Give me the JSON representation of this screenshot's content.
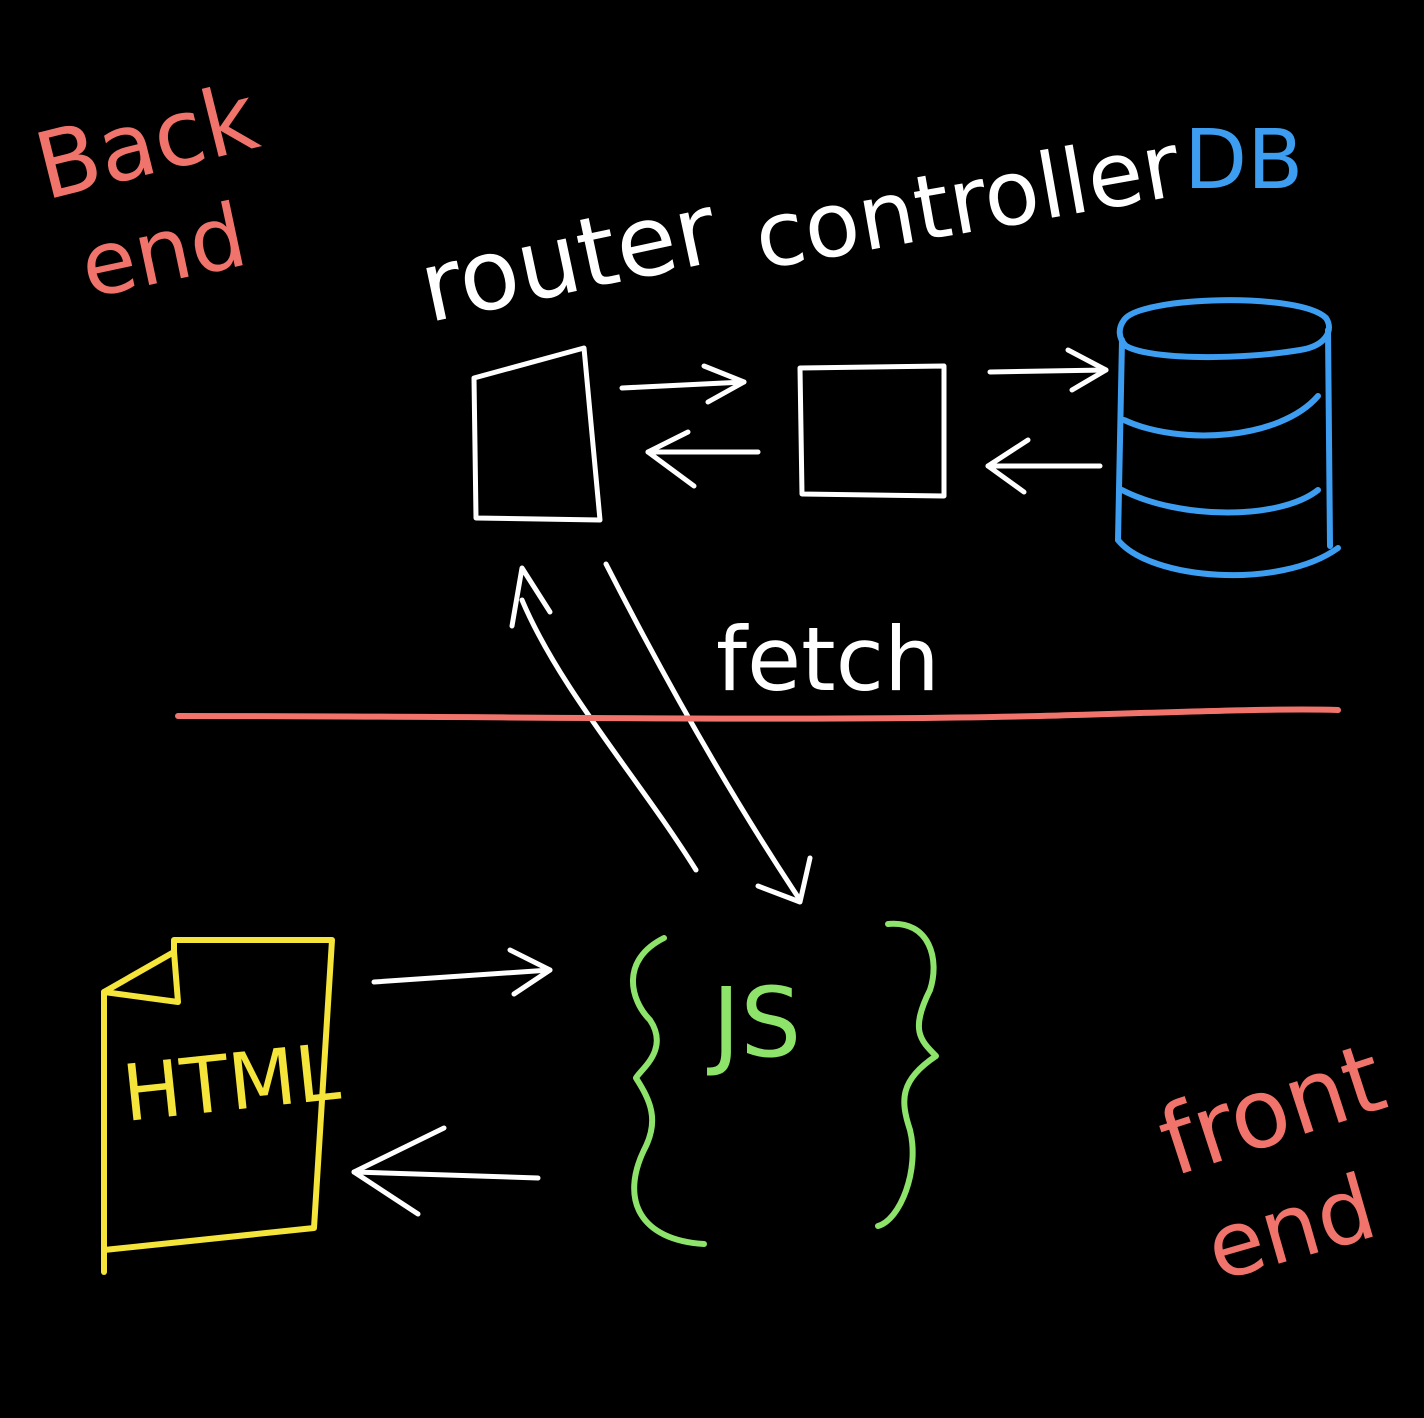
{
  "colors": {
    "background": "#000000",
    "backend": "#f0746b",
    "frontend": "#f0746b",
    "ink": "#ffffff",
    "db": "#3d9df0",
    "html": "#f5e43a",
    "js": "#8ee36a",
    "divider": "#f0746b"
  },
  "labels": {
    "back": "Back",
    "back_end": "end",
    "router": "router",
    "controller": "controller",
    "db": "DB",
    "fetch": "fetch",
    "html": "HTML",
    "js": "JS",
    "front": "front",
    "front_end": "end"
  },
  "icons": {
    "router": "router-box-icon",
    "controller": "controller-box-icon",
    "database": "database-cylinder-icon",
    "html": "html-document-icon",
    "js": "js-braces-icon"
  }
}
